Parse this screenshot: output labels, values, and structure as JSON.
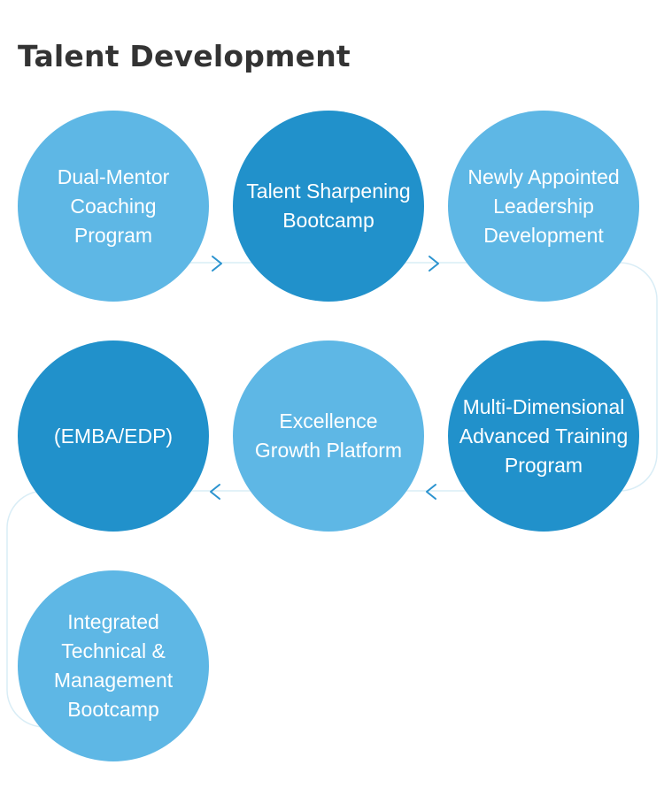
{
  "title": "Talent Development",
  "colors": {
    "light_circle": "#5eb7e5",
    "dark_circle": "#2191cb",
    "arrow": "#2a93cf",
    "connector": "#d9edf6"
  },
  "steps": [
    {
      "label": "Dual-Mentor\nCoaching\nProgram",
      "tone": "light"
    },
    {
      "label": "Talent Sharpening\nBootcamp",
      "tone": "dark"
    },
    {
      "label": "Newly Appointed\nLeadership\nDevelopment",
      "tone": "light"
    },
    {
      "label": "Multi-Dimensional\nAdvanced Training\nProgram",
      "tone": "dark"
    },
    {
      "label": "Excellence\nGrowth Platform",
      "tone": "light"
    },
    {
      "label": "(EMBA/EDP)",
      "tone": "dark"
    },
    {
      "label": "Integrated\nTechnical &\nManagement\nBootcamp",
      "tone": "light"
    }
  ],
  "arrows": [
    {
      "icon": "chevron-right-icon"
    },
    {
      "icon": "chevron-right-icon"
    },
    {
      "icon": "chevron-left-icon"
    },
    {
      "icon": "chevron-left-icon"
    }
  ]
}
